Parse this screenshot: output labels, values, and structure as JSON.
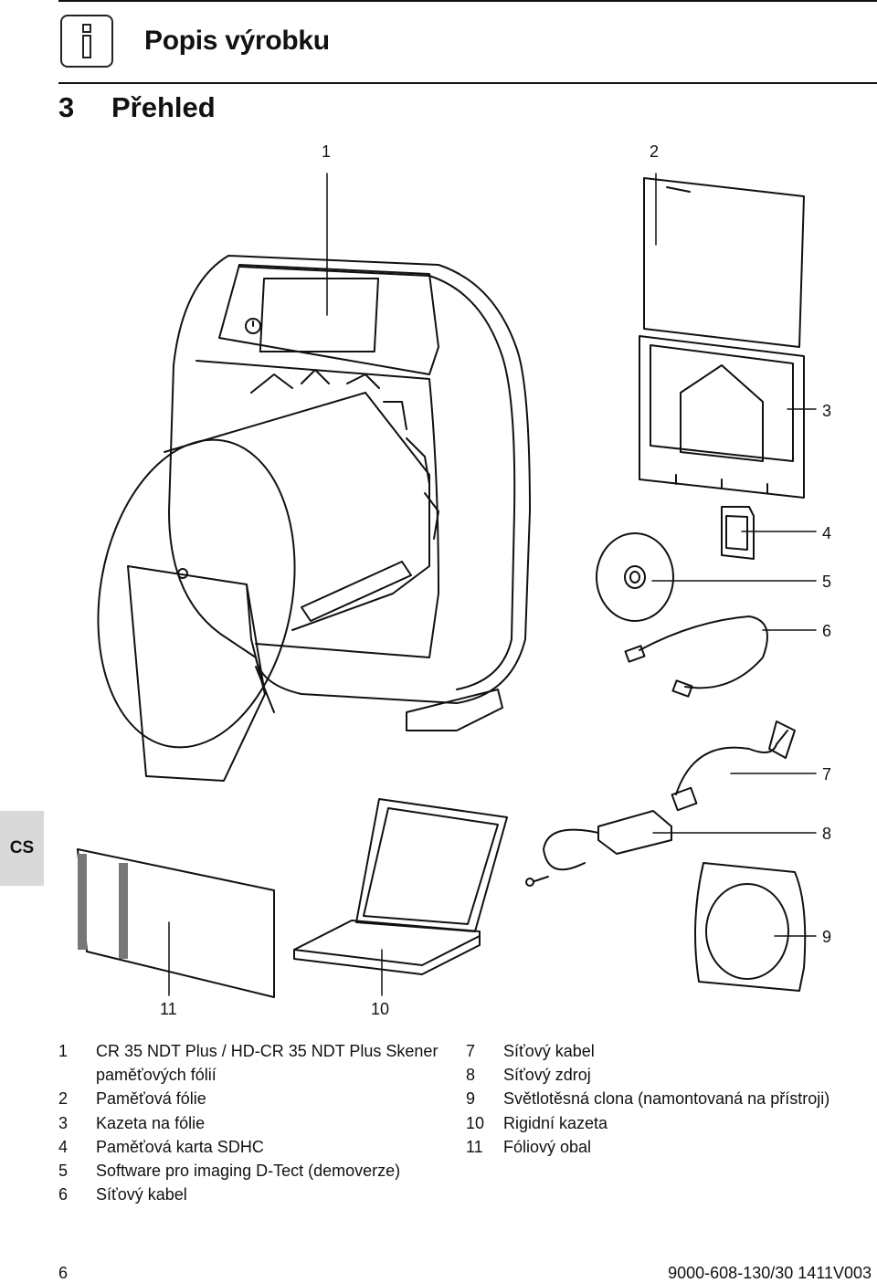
{
  "header": {
    "info_icon": "info-icon",
    "section_title": "Popis výrobku",
    "subsection_number": "3",
    "subsection_title": "Přehled"
  },
  "side_tab": "CS",
  "figure": {
    "callouts": [
      "1",
      "2",
      "3",
      "4",
      "5",
      "6",
      "7",
      "8",
      "9",
      "10",
      "11"
    ]
  },
  "legend": [
    {
      "num": "1",
      "text": "CR 35 NDT Plus / HD-CR 35 NDT Plus Ske­ner paměťových fólií"
    },
    {
      "num": "2",
      "text": "Paměťová fólie"
    },
    {
      "num": "3",
      "text": "Kazeta na fólie"
    },
    {
      "num": "4",
      "text": "Paměťová karta SDHC"
    },
    {
      "num": "5",
      "text": "Software pro imaging D-Tect (demoverze)"
    },
    {
      "num": "6",
      "text": "Síťový kabel"
    },
    {
      "num": "7",
      "text": "Síťový kabel"
    },
    {
      "num": "8",
      "text": "Síťový zdroj"
    },
    {
      "num": "9",
      "text": "Světlotěsná clona (namontovaná na přístroji)"
    },
    {
      "num": "10",
      "text": "Rigidní kazeta"
    },
    {
      "num": "11",
      "text": "Fóliový obal"
    }
  ],
  "footer": {
    "page_number": "6",
    "doc_code": "9000-608-130/30  1411V003"
  }
}
